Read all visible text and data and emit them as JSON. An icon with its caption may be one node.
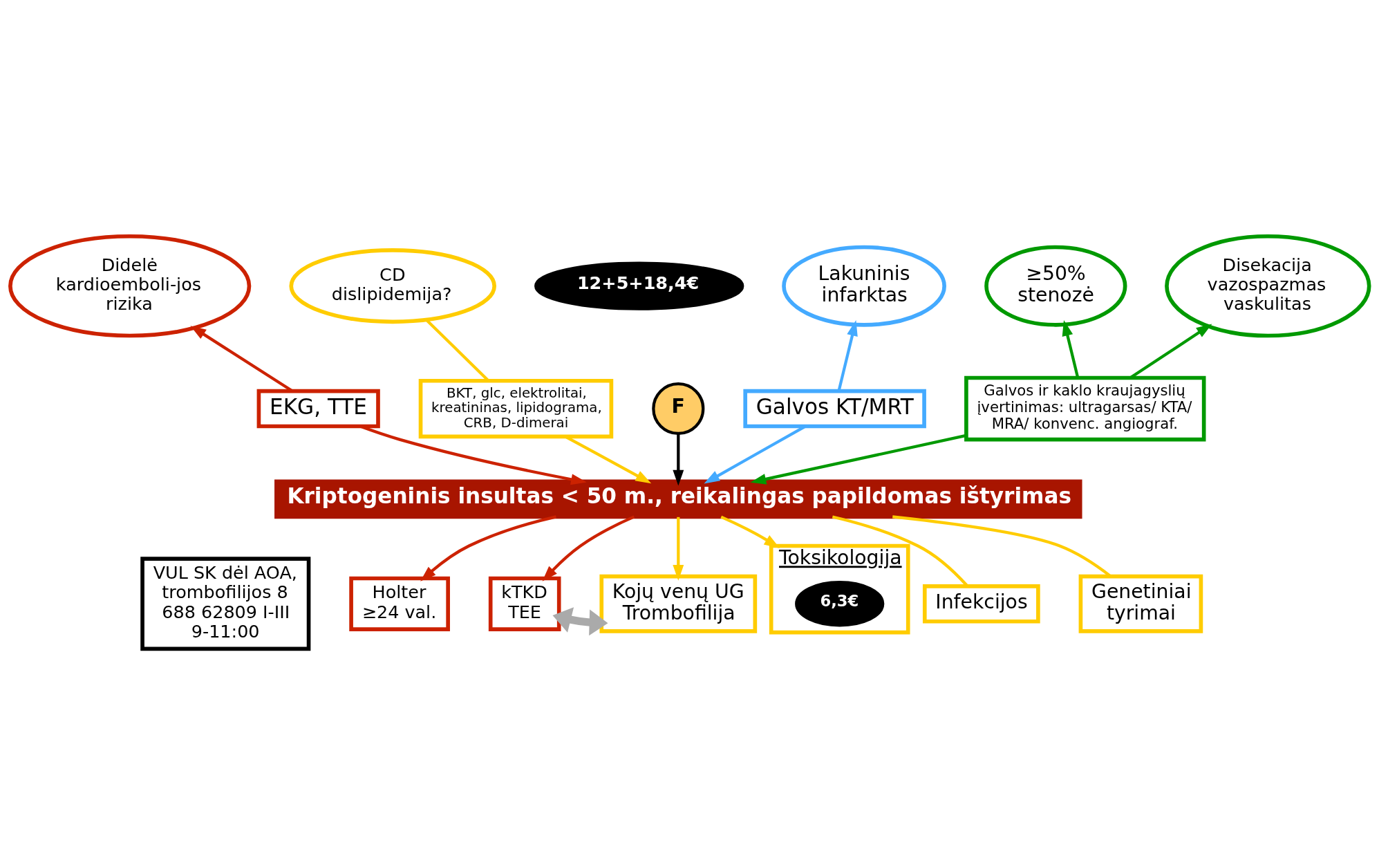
{
  "diagram": {
    "nodes": [
      {
        "text": [
          "Didelė kardioemboli-jos rizika"
        ]
      },
      {
        "text": [
          "CD dislipidemija?"
        ]
      },
      {
        "text": [
          "12+5+18,4€"
        ]
      },
      {
        "text": [
          "Lakuninis infarktas"
        ]
      },
      {
        "text": [
          "≥50% stenozė"
        ]
      },
      {
        "text": [
          "Disekacija vazospazmas vaskulitas"
        ]
      },
      {
        "text": [
          "EKG, TTE"
        ]
      },
      {
        "text": [
          "BKT, glc, elektrolitai, kreatininas, lipidograma, CRB, D-dimerai"
        ]
      },
      {
        "text": [
          "F"
        ]
      },
      {
        "text": [
          "Galvos KT/MRT"
        ]
      },
      {
        "text": [
          "Galvos ir kaklo kraujagyslių įvertinimas: ultragarsas/ KTA/ MRA/ konvenc. angiograf."
        ]
      },
      {
        "text": [
          "Kriptogeninis insultas < 50 m., reikalingas papildomas ištyrimas"
        ]
      },
      {
        "text": [
          "VUL SK dėl AOA, trombofilijos 8 688 62809 I-III 9-11:00"
        ]
      },
      {
        "text": [
          "Holter ≥24 val."
        ]
      },
      {
        "text": [
          "kTKD TEE"
        ]
      },
      {
        "text": [
          "Kojų venų UG Trombofilija"
        ]
      },
      {
        "text": [
          "Toksikologija"
        ]
      },
      {
        "text": [
          "6,3€"
        ],
        "in": 16
      },
      {
        "text": [
          "Infekcijos"
        ]
      },
      {
        "text": [
          "Genetiniai tyrimai"
        ]
      }
    ],
    "edges": [
      {
        "from": 6,
        "to": 0,
        "arrow": "to",
        "color": "#cc2200"
      },
      {
        "from": 6,
        "to": 11,
        "arrow": "to",
        "color": "#cc2200"
      },
      {
        "from": 7,
        "to": 1,
        "arrow": "none",
        "color": "#ffcc00"
      },
      {
        "from": 7,
        "to": 11,
        "arrow": "to",
        "color": "#ffcc00"
      },
      {
        "from": 8,
        "to": 11,
        "arrow": "to",
        "color": "#000000"
      },
      {
        "from": 9,
        "to": 3,
        "arrow": "to",
        "color": "#44aaff"
      },
      {
        "from": 9,
        "to": 11,
        "arrow": "to",
        "color": "#44aaff"
      },
      {
        "from": 10,
        "to": 4,
        "arrow": "to",
        "color": "#009900"
      },
      {
        "from": 10,
        "to": 5,
        "arrow": "to",
        "color": "#009900"
      },
      {
        "from": 10,
        "to": 11,
        "arrow": "to",
        "color": "#009900"
      },
      {
        "from": 11,
        "to": 13,
        "arrow": "to",
        "color": "#cc2200"
      },
      {
        "from": 11,
        "to": 14,
        "arrow": "to",
        "color": "#cc2200"
      },
      {
        "from": 11,
        "to": 15,
        "arrow": "to",
        "color": "#ffcc00"
      },
      {
        "from": 11,
        "to": 16,
        "arrow": "to",
        "color": "#ffcc00"
      },
      {
        "from": 11,
        "to": 18,
        "arrow": "none",
        "color": "#ffcc00"
      },
      {
        "from": 11,
        "to": 19,
        "arrow": "none",
        "color": "#ffcc00"
      },
      {
        "from": 14,
        "to": 15,
        "arrow": "both",
        "style": "thick",
        "color": "#aaaaaa"
      }
    ]
  }
}
